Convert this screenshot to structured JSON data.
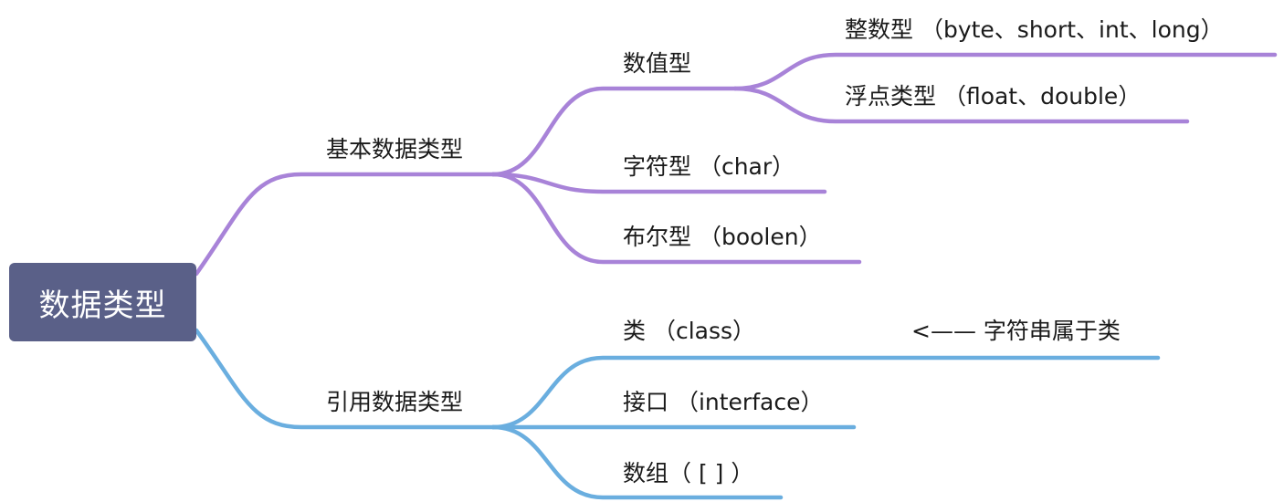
{
  "colors": {
    "root_fill": "#5a6088",
    "primitive_branch": "#a883d8",
    "reference_branch": "#6aaedf",
    "text": "#1a1a1a",
    "root_text": "#ffffff"
  },
  "root": {
    "label": "数据类型"
  },
  "primitive": {
    "label": "基本数据类型",
    "numeric": {
      "label": "数值型",
      "integer": "整数型 （byte、short、int、long）",
      "float": "浮点类型 （float、double）"
    },
    "char": "字符型 （char）",
    "boolean": "布尔型 （boolen）"
  },
  "reference": {
    "label": "引用数据类型",
    "class": "类 （class）",
    "class_note": "<—— 字符串属于类",
    "interface": "接口 （interface）",
    "array": "数组（ [ ] ）"
  }
}
